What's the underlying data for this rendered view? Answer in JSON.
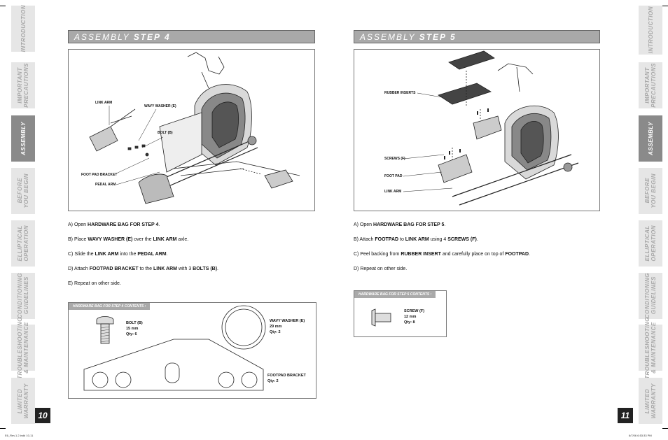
{
  "left_tabs": [
    {
      "label": "INTRODUCTION",
      "active": false
    },
    {
      "label": "IMPORTANT\nPRECAUTIONS",
      "active": false
    },
    {
      "label": "ASSEMBLY",
      "active": true
    },
    {
      "label": "BEFORE\nYOU BEGIN",
      "active": false
    },
    {
      "label": "ELLIPTICAL\nOPERATION",
      "active": false
    },
    {
      "label": "CONDITIONING\nGUIDELINES",
      "active": false
    },
    {
      "label": "TROUBLESHOOTING\n& MAINTENANCE",
      "active": false
    },
    {
      "label": "LIMITED\nWARRANTY",
      "active": false
    }
  ],
  "right_tabs": [
    {
      "label": "INTRODUCTION",
      "active": false
    },
    {
      "label": "IMPORTANT\nPRECAUTIONS",
      "active": false
    },
    {
      "label": "ASSEMBLY",
      "active": true
    },
    {
      "label": "BEFORE\nYOU BEGIN",
      "active": false
    },
    {
      "label": "ELLIPTICAL\nOPERATION",
      "active": false
    },
    {
      "label": "CONDITIONING\nGUIDELINES",
      "active": false
    },
    {
      "label": "TROUBLESHOOTING\n& MAINTENANCE",
      "active": false
    },
    {
      "label": "LIMITED\nWARRANTY",
      "active": false
    }
  ],
  "step4": {
    "title_prefix": "ASSEMBLY",
    "title_step": "STEP 4",
    "callouts": {
      "link_arm": "LINK ARM",
      "wavy_washer": "WAVY WASHER (E)",
      "bolt": "BOLT (B)",
      "footpad_bracket": "FOOT PAD BRACKET",
      "pedal_arm": "PEDAL ARM"
    },
    "instructions": {
      "a_pre": "A) Open ",
      "a_b1": "HARDWARE BAG FOR STEP 4",
      "a_post": ".",
      "b_pre": "B) Place ",
      "b_b1": "WAVY WASHER (E)",
      "b_mid": " over the ",
      "b_b2": "LINK ARM",
      "b_post": " axle.",
      "c_pre": "C) Slide the ",
      "c_b1": "LINK ARM",
      "c_mid": " into the ",
      "c_b2": "PEDAL ARM",
      "c_post": ".",
      "d_pre": "D) Attach ",
      "d_b1": "FOOTPAD BRACKET",
      "d_mid": " to the ",
      "d_b2": "LINK ARM",
      "d_mid2": " with 3 ",
      "d_b3": "BOLTS (B)",
      "d_post": ".",
      "e": "E) Repeat on other side."
    },
    "hardware": {
      "label": "HARDWARE BAG FOR STEP  4 CONTENTS :",
      "bolt": "BOLT (B)\n15 mm\nQty: 6",
      "washer": "WAVY WASHER (E)\n29 mm\nQty: 2",
      "bracket": "FOOTPAD BRACKET\nQty: 2"
    },
    "page_number": "10"
  },
  "step5": {
    "title_prefix": "ASSEMBLY",
    "title_step": "STEP 5",
    "callouts": {
      "rubber_inserts": "RUBBER INSERTS",
      "screws": "SCREWS (F)",
      "foot_pad": "FOOT PAD",
      "link_arm": "LINK ARM"
    },
    "instructions": {
      "a_pre": "A) Open ",
      "a_b1": "HARDWARE BAG FOR STEP 5",
      "a_post": ".",
      "b_pre": "B) Attach ",
      "b_b1": "FOOTPAD",
      "b_mid": " to ",
      "b_b2": "LINK ARM",
      "b_mid2": " using 4 ",
      "b_b3": "SCREWS (F)",
      "b_post": ".",
      "c_pre": "C) Peel backing from ",
      "c_b1": "RUBBER INSERT",
      "c_mid": " and carefully place on top of ",
      "c_b2": "FOOTPAD",
      "c_post": ".",
      "d": "D) Repeat on other side."
    },
    "hardware": {
      "label": "HARDWARE BAG FOR STEP 5 CONTENTS :",
      "screw": "SCREW (F)\n12 mm\nQty: 8"
    },
    "page_number": "11"
  },
  "footer": {
    "left": "E6_Rev.1.2.indd  10-11",
    "right": "6/7/06   6:53:33 PM"
  }
}
